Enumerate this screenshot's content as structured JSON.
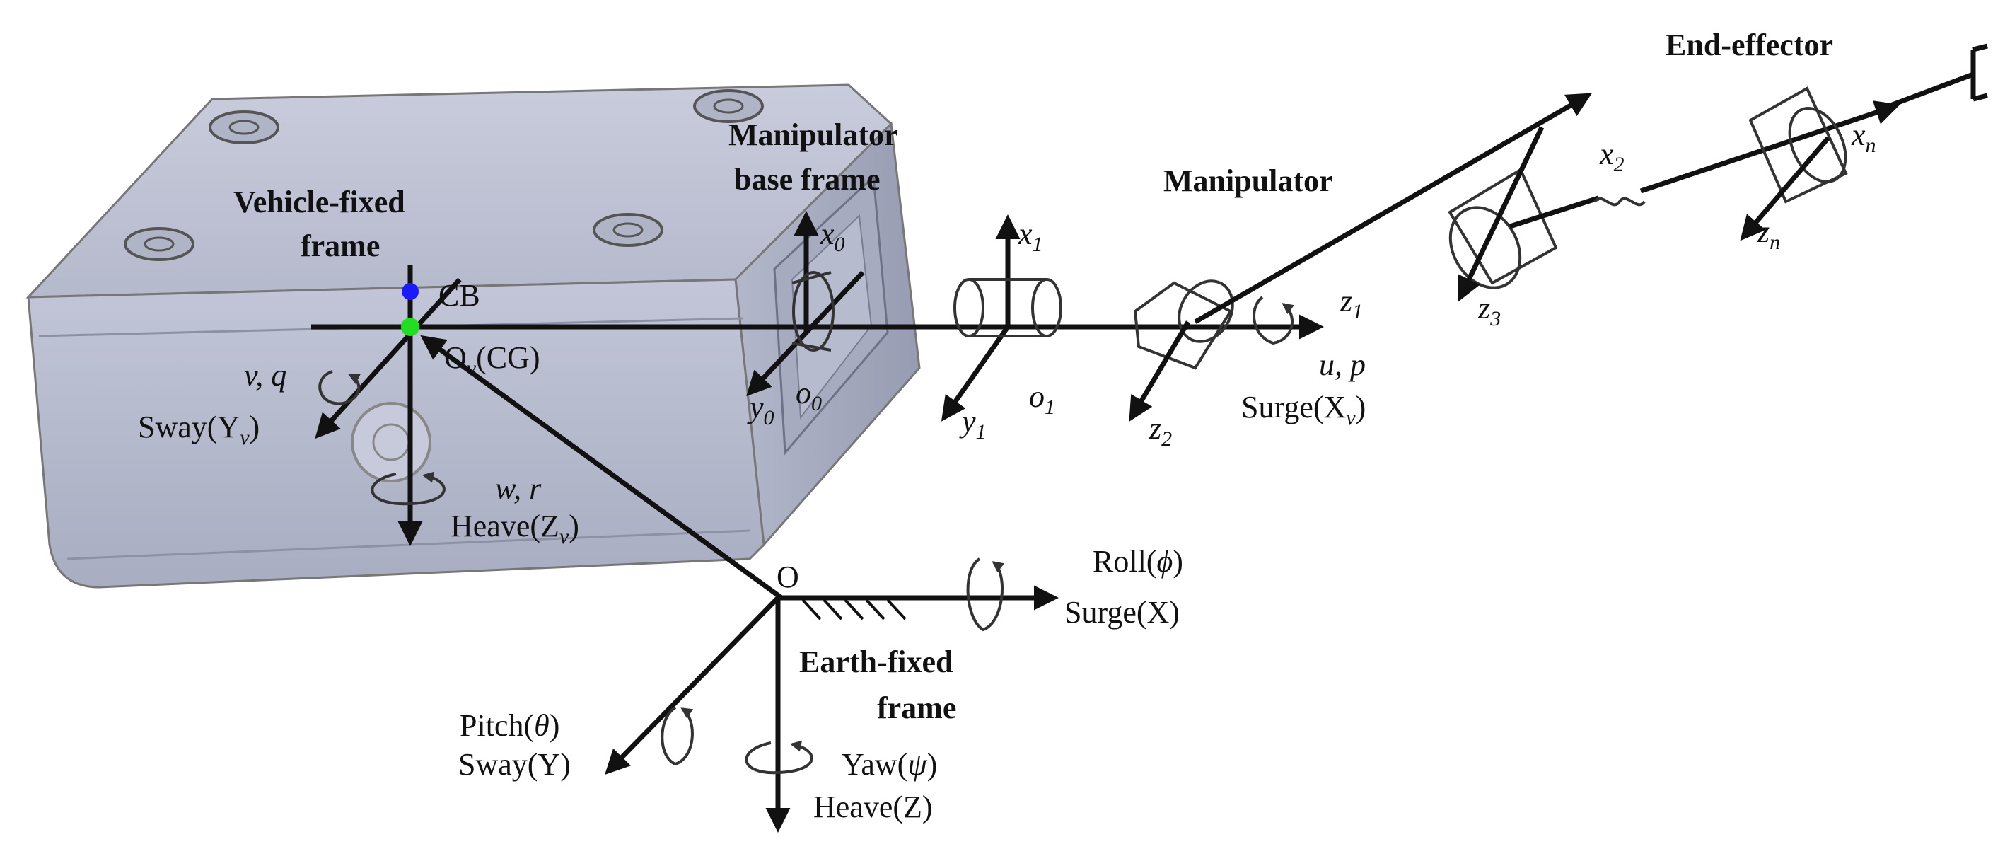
{
  "labels": {
    "end_effector": "End-effector",
    "manipulator_base_1": "Manipulator",
    "manipulator_base_2": "base frame",
    "manipulator": "Manipulator",
    "vehicle_1": "Vehicle-fixed",
    "vehicle_2": "frame",
    "earth_1": "Earth-fixed",
    "earth_2": "frame",
    "cb": "CB",
    "ov": "O",
    "ov_sub": "v",
    "cg": "(CG)",
    "vq": "v, q",
    "wr": "w, r",
    "up": "u, p",
    "sway_v": "Sway(Y",
    "heave_v": "Heave(Z",
    "surge_v": "Surge(X",
    "v_sub": "v",
    "close_paren": ")",
    "o_earth": "O",
    "roll": "Roll(",
    "phi": "ϕ",
    "surge": "Surge(X)",
    "pitch": "Pitch(",
    "theta": "θ",
    "sway": "Sway(Y)",
    "yaw": "Yaw(",
    "psi": "ψ",
    "heave": "Heave(Z)",
    "x": "x",
    "y": "y",
    "z": "z",
    "o": "o",
    "s0": "0",
    "s1": "1",
    "s2": "2",
    "s3": "3",
    "sn": "n"
  },
  "colors": {
    "cb_point": "#1a1aff",
    "cg_point": "#22dd22",
    "vehicle_body": "#bfc3d6",
    "axis": "#111111"
  },
  "icons": [
    "propeller-icon",
    "joint-cylinder-icon",
    "rotation-arrow-icon",
    "gripper-icon",
    "ground-hatch-icon"
  ]
}
